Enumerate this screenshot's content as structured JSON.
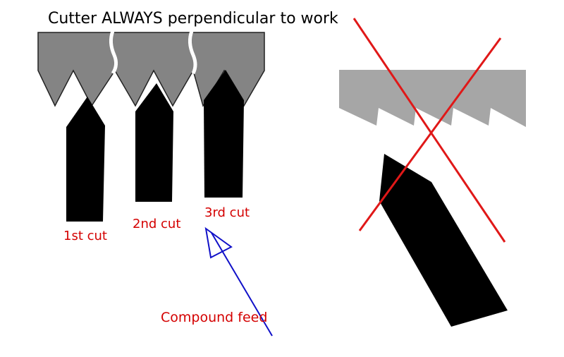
{
  "title": "Cutter ALWAYS perpendicular to work",
  "cuts": [
    {
      "label": "1st cut"
    },
    {
      "label": "2nd cut"
    },
    {
      "label": "3rd cut"
    }
  ],
  "feed_label": "Compound feed",
  "colors": {
    "work": "#848484",
    "work_light": "#a6a6a6",
    "tool": "#000000",
    "label_red": "#d40000",
    "cross_red": "#e01818",
    "feed_arrow": "#1010c8",
    "background": "#ffffff"
  }
}
